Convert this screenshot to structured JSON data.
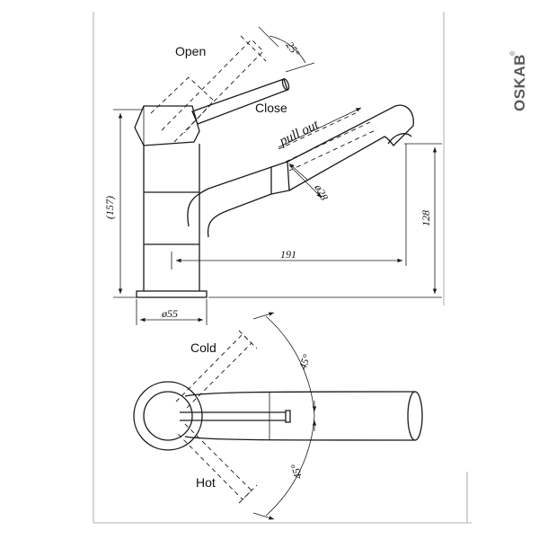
{
  "brand": {
    "name": "OSKAB",
    "registered": "®"
  },
  "side_view": {
    "labels": {
      "open": "Open",
      "close": "Close",
      "pull_out": "pull out"
    },
    "dimensions": {
      "lever_angle": "25°",
      "hose_diameter": "ø28",
      "total_height": "(157)",
      "spout_height": "128",
      "spout_reach": "191",
      "base_diameter": "ø55"
    }
  },
  "top_view": {
    "labels": {
      "cold": "Cold",
      "hot": "Hot"
    },
    "dimensions": {
      "cold_angle": "45°",
      "hot_angle": "45°"
    }
  }
}
